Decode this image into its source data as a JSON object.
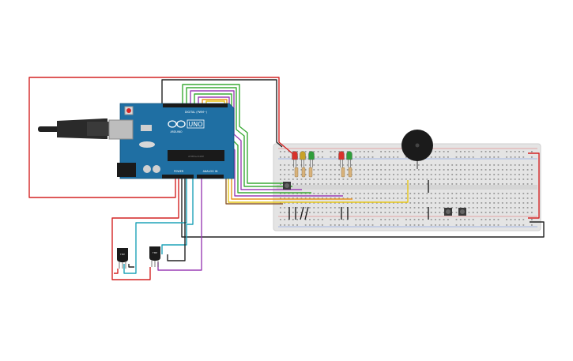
{
  "board": {
    "brand_text": "UNO",
    "logo_text": "ARDUINO",
    "digital_label": "DIGITAL (PWM~)",
    "power_label": "POWER",
    "analog_label": "ANALOG IN",
    "chip_label": "ATMEGA328P"
  },
  "sensors": [
    {
      "label": "TMP"
    },
    {
      "label": "TMP"
    }
  ],
  "colors": {
    "board": "#1f6fa3",
    "breadboard": "#e6e6e6",
    "wire_red": "#d42424",
    "wire_black": "#222222",
    "wire_green": "#3aaa35",
    "wire_purple": "#9b3fb5",
    "wire_yellow": "#e6c619",
    "wire_orange": "#e8931e",
    "wire_cyan": "#1ea3b8",
    "wire_brown": "#8b5a2b"
  },
  "leds": [
    {
      "color": "#d8322b"
    },
    {
      "color": "#c9a227"
    },
    {
      "color": "#2f9e3b"
    },
    {
      "color": "#d8322b"
    },
    {
      "color": "#2f9e3b"
    }
  ]
}
